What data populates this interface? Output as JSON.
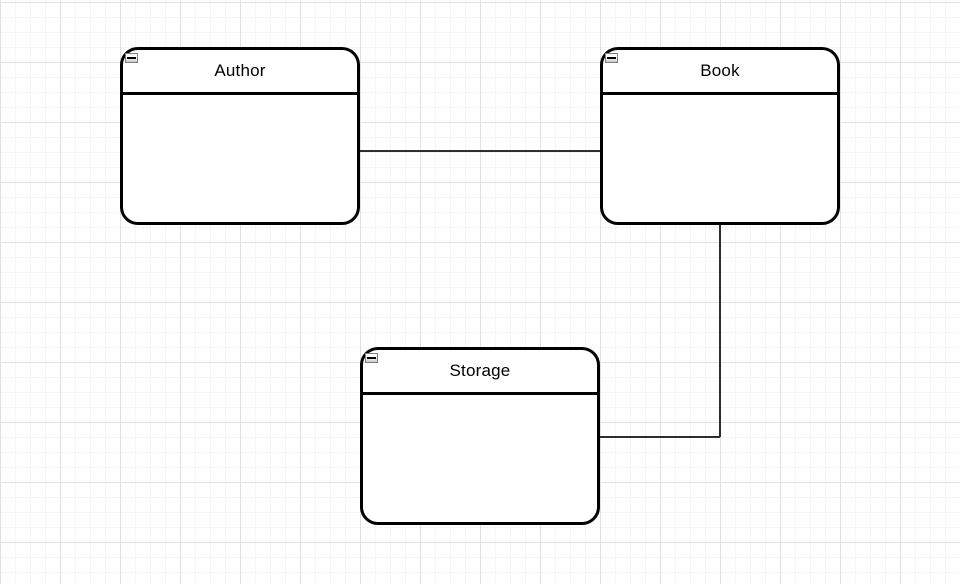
{
  "diagram": {
    "nodes": [
      {
        "id": "author",
        "title": "Author",
        "collapse_icon": "minus-icon",
        "collapsed": false
      },
      {
        "id": "book",
        "title": "Book",
        "collapse_icon": "minus-icon",
        "collapsed": false
      },
      {
        "id": "storage",
        "title": "Storage",
        "collapse_icon": "minus-icon",
        "collapsed": false
      }
    ],
    "edges": [
      {
        "from": "Author",
        "to": "Book",
        "style": "orthogonal"
      },
      {
        "from": "Book",
        "to": "Storage",
        "style": "orthogonal"
      }
    ],
    "colors": {
      "background": "#ffffff",
      "grid_minor": "#f5f5f5",
      "grid_major": "#e1e1e1",
      "node_fill": "#ffffff",
      "node_border": "#000000",
      "edge": "#2d2d2d",
      "title_text": "#000000"
    }
  }
}
